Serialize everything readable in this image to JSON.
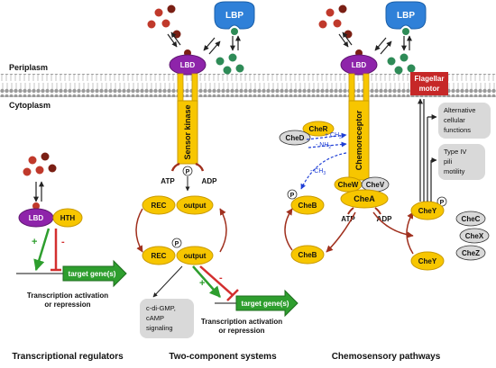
{
  "membrane": {
    "periplasm_label": "Periplasm",
    "cytoplasm_label": "Cytoplasm"
  },
  "molecules": {
    "ligand_colors": [
      "#c0392b",
      "#7a1f14",
      "#2e8b57"
    ],
    "lbp_label": "LBP",
    "lbd_label": "LBD"
  },
  "transcriptional": {
    "lbd_label": "LBD",
    "hth_label": "HTH",
    "plus_sign": "+",
    "minus_sign": "-",
    "target_label": "target gene(s)",
    "result_line1": "Transcription activation",
    "result_line2": "or repression",
    "section_title": "Transcriptional  regulators"
  },
  "two_component": {
    "sensor_kinase_label": "Sensor kinase",
    "phospho_label": "P",
    "atp_label": "ATP",
    "adp_label": "ADP",
    "rec_label": "REC",
    "output_label": "output",
    "plus_sign": "+",
    "minus_sign": "-",
    "target_label": "target gene(s)",
    "signaling_line1": "c-di-GMP,",
    "signaling_line2": "cAMP",
    "signaling_line3": "signaling",
    "result_line1": "Transcription activation",
    "result_line2": "or repression",
    "section_title": "Two-component systems"
  },
  "chemosensory": {
    "flagellar_line1": "Flagellar",
    "flagellar_line2": "motor",
    "chemoreceptor_label": "Chemoreceptor",
    "cher_label": "CheR",
    "ched_label": "CheD",
    "ch3_plus_label": "+ CH",
    "ch3_minus_label": "- NH",
    "ch3_b_label": "- CH",
    "subscript_3": "3",
    "subscript_2": "2",
    "chew_label": "CheW",
    "chev_label": "CheV",
    "chea_label": "CheA",
    "cheb_label": "CheB",
    "chey_label": "CheY",
    "chec_label": "CheC",
    "chex_label": "CheX",
    "chez_label": "CheZ",
    "phospho_label": "P",
    "atp_label": "ATP",
    "adp_label": "ADP",
    "alt_line1": "Alternative",
    "alt_line2": "cellular",
    "alt_line3": "functions",
    "pili_line1": "Type IV",
    "pili_line2": "pili",
    "pili_line3": "motility",
    "section_title": "Chemosensory pathways"
  },
  "colors": {
    "yellow": "#f7c600",
    "yellow_edge": "#c99a00",
    "purple": "#8e24aa",
    "blue": "#2f80d8",
    "dark_red": "#a0301e",
    "green_arrow": "#2e9e2e",
    "flagellar_red": "#c62828",
    "gray_box": "#d9d9d9"
  }
}
